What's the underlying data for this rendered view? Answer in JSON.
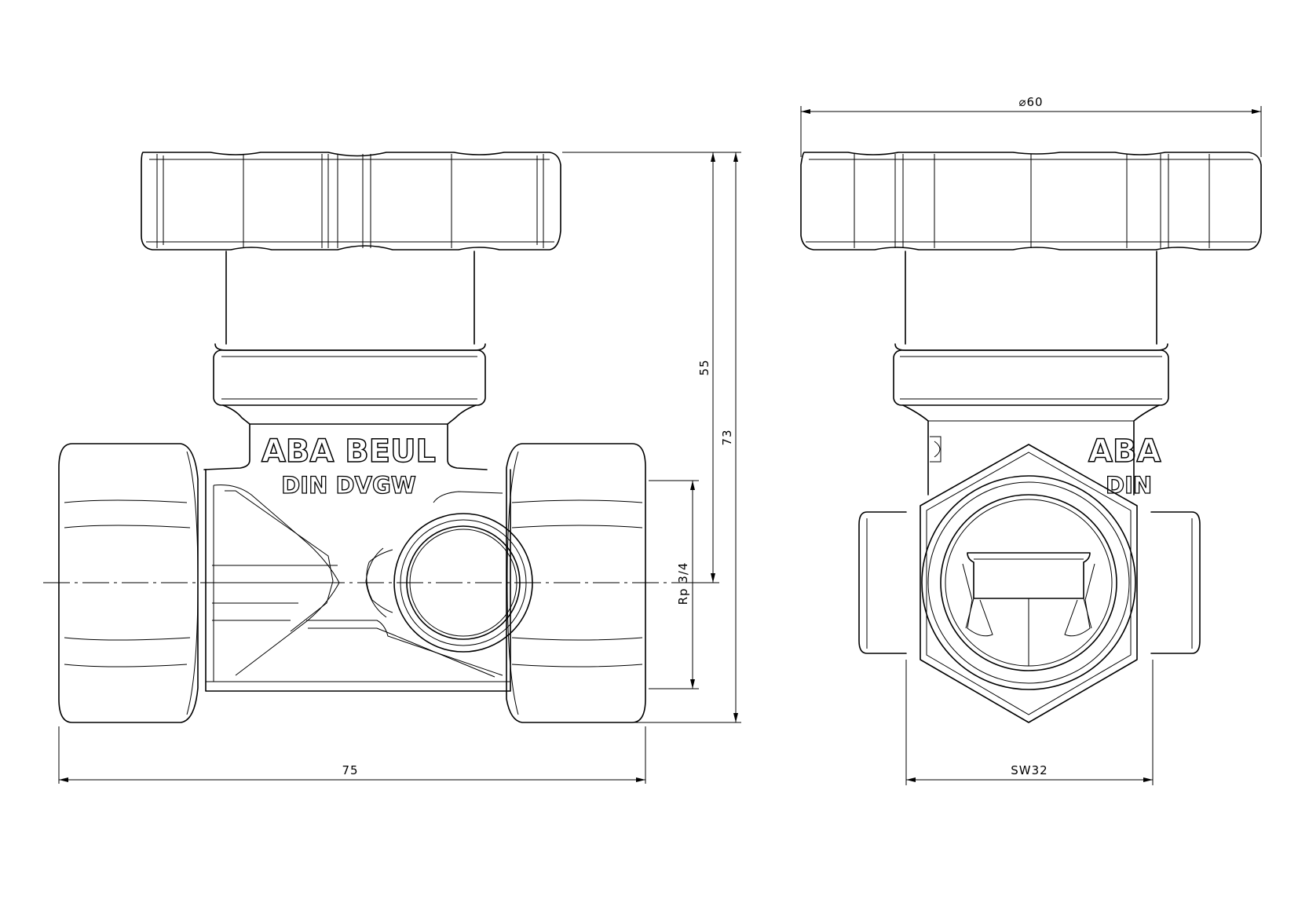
{
  "drawing": {
    "brand_text": "ABA BEUL",
    "marking_text": "DIN DVGW",
    "side_brand_partial": "ABA",
    "side_marking_partial": "DIN"
  },
  "dimensions": {
    "total_length": "75",
    "height_to_axis": "55",
    "total_height": "73",
    "thread_size": "Rp 3/4",
    "handwheel_diameter": "⌀60",
    "wrench_size": "SW32"
  }
}
